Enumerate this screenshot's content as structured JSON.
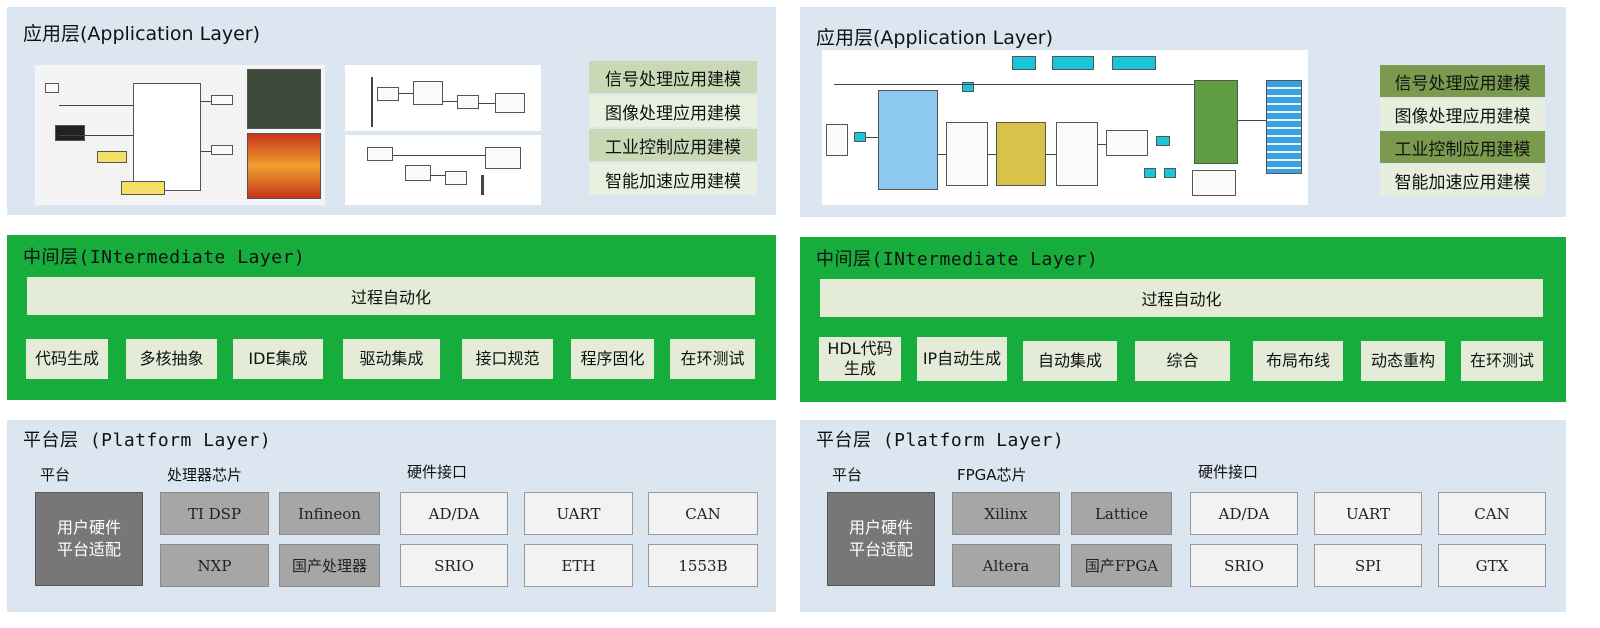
{
  "left": {
    "app": {
      "title": "应用层(Application Layer)",
      "items": [
        "信号处理应用建模",
        "图像处理应用建模",
        "工业控制应用建模",
        "智能加速应用建模"
      ]
    },
    "mid": {
      "title": "中间层(INtermediate Layer)",
      "bar": "过程自动化",
      "tools": [
        "代码生成",
        "多核抽象",
        "IDE集成",
        "驱动集成",
        "接口规范",
        "程序固化",
        "在环测试"
      ]
    },
    "plat": {
      "title": "平台层 (Platform Layer)",
      "label_platform": "平台",
      "label_chip": "处理器芯片",
      "label_iface": "硬件接口",
      "adapter": "用户硬件平台适配",
      "chips": [
        "TI DSP",
        "Infineon",
        "NXP",
        "国产处理器"
      ],
      "ifaces": [
        "AD/DA",
        "UART",
        "CAN",
        "SRIO",
        "ETH",
        "1553B"
      ]
    }
  },
  "right": {
    "app": {
      "title": "应用层(Application Layer)",
      "items": [
        "信号处理应用建模",
        "图像处理应用建模",
        "工业控制应用建模",
        "智能加速应用建模"
      ]
    },
    "mid": {
      "title": "中间层(INtermediate Layer)",
      "bar": "过程自动化",
      "tools": [
        "HDL代码生成",
        "IP自动生成",
        "自动集成",
        "综合",
        "布局布线",
        "动态重构",
        "在环测试"
      ]
    },
    "plat": {
      "title": "平台层 (Platform Layer)",
      "label_platform": "平台",
      "label_chip": "FPGA芯片",
      "label_iface": "硬件接口",
      "adapter": "用户硬件平台适配",
      "chips": [
        "Xilinx",
        "Lattice",
        "Altera",
        "国产FPGA"
      ],
      "ifaces": [
        "AD/DA",
        "UART",
        "CAN",
        "SRIO",
        "SPI",
        "GTX"
      ]
    }
  }
}
